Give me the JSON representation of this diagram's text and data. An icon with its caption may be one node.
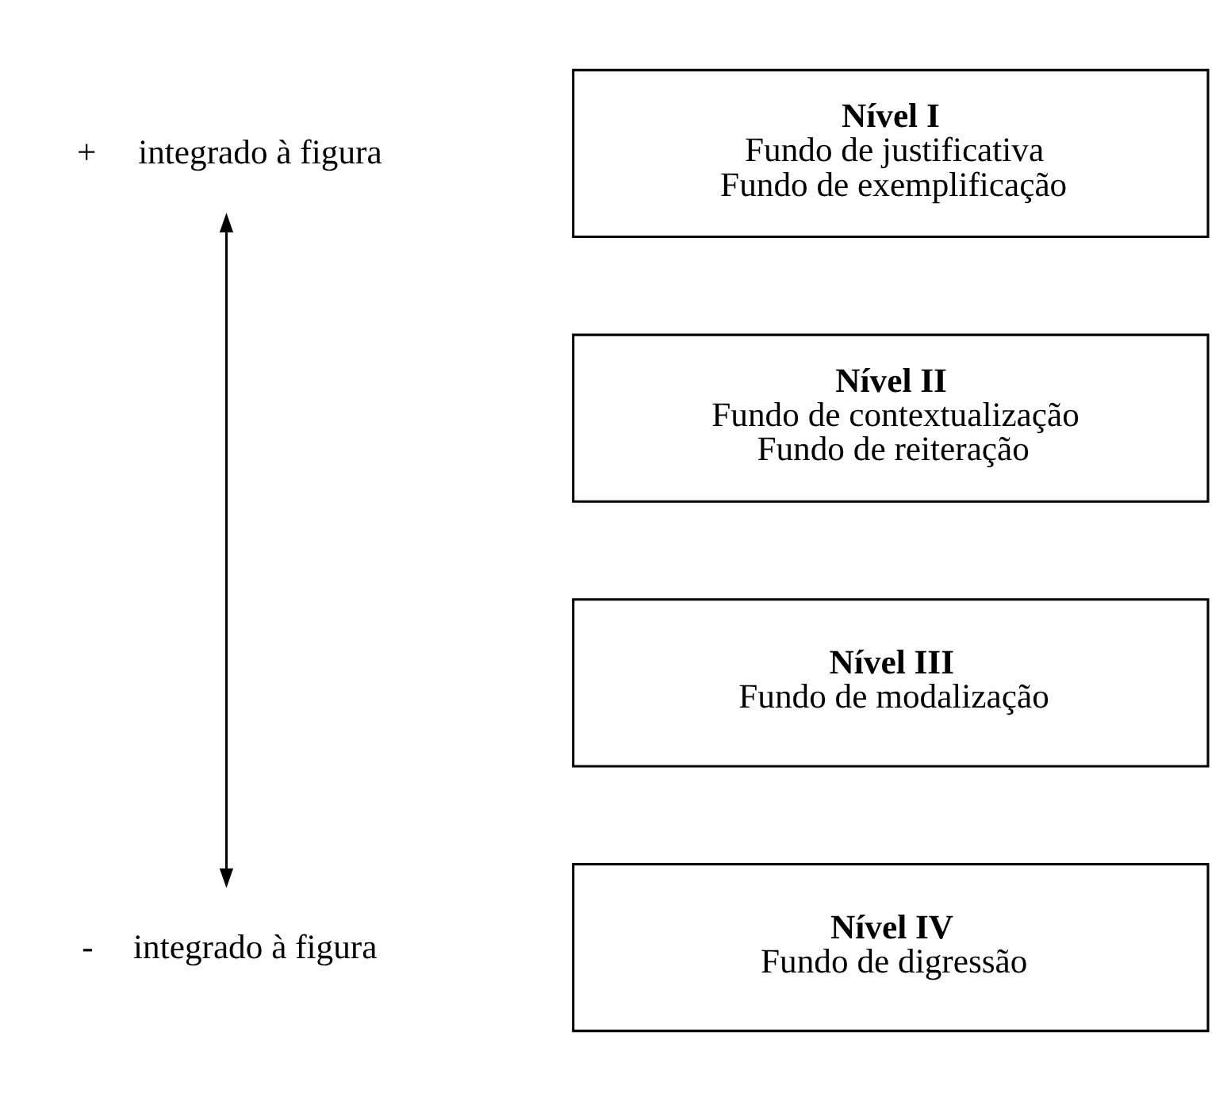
{
  "diagram": {
    "nodes": [
      {
        "text": [
          "+",
          "integrado à figura"
        ]
      },
      {
        "text": [
          "Nível I",
          "Fundo de justificativa",
          "Fundo de exemplificação"
        ]
      },
      {
        "text": [
          "Nível II",
          "Fundo de contextualização",
          "Fundo de reiteração"
        ]
      },
      {
        "text": [
          "Nível III",
          "Fundo de modalização"
        ]
      },
      {
        "text": [
          "Nível IV",
          "Fundo de digressão"
        ]
      },
      {
        "text": [
          "-",
          "integrado à figura"
        ]
      }
    ],
    "edges": [
      {
        "from": 0,
        "to": 5,
        "arrow": "both"
      }
    ]
  }
}
